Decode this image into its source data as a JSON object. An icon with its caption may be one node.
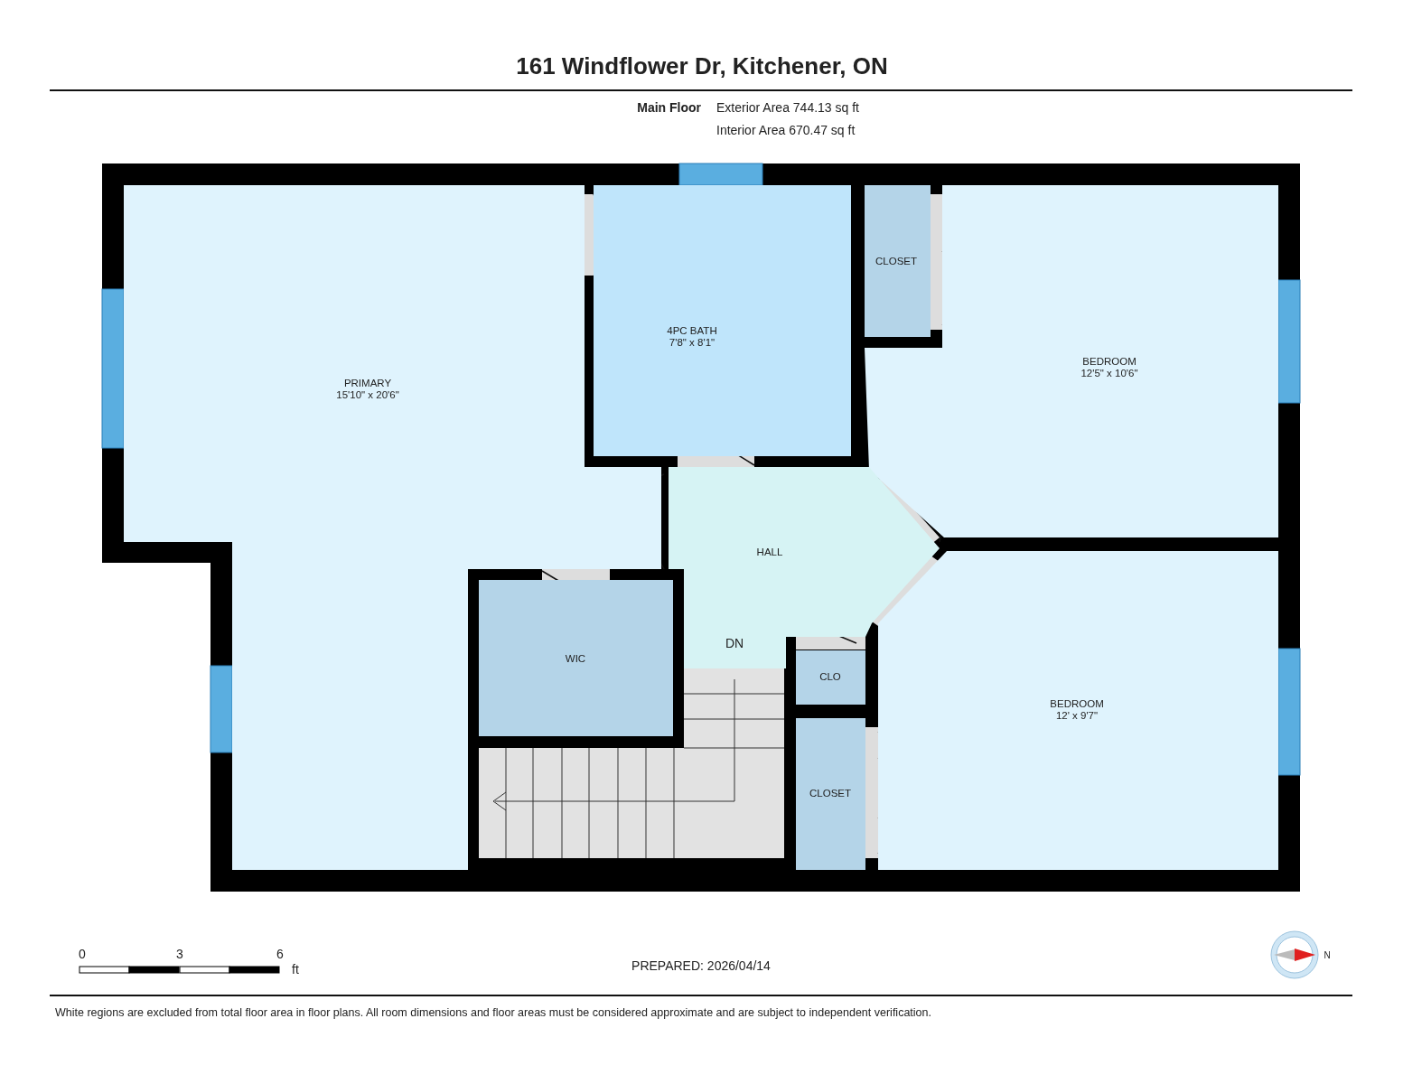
{
  "diagram": {
    "title": "161 Windflower Dr, Kitchener, ON",
    "nodes": [
      {
        "text": [
          "PRIMARY",
          "15'10\" x 20'6\""
        ]
      },
      {
        "text": [
          "4PC BATH",
          "7'8\" x 8'1\""
        ]
      },
      {
        "text": [
          "CLOSET"
        ]
      },
      {
        "text": [
          "BEDROOM",
          "12'5\" x 10'6\""
        ]
      },
      {
        "text": [
          "HALL"
        ]
      },
      {
        "text": [
          "WIC"
        ]
      },
      {
        "text": [
          "CLO"
        ]
      },
      {
        "text": [
          "CLOSET"
        ]
      },
      {
        "text": [
          "BEDROOM",
          "12' x 9'7\""
        ]
      }
    ],
    "labels": [
      "Main Floor",
      "Exterior Area 744.13 sq ft",
      "Interior Area 670.47 sq ft",
      "DN",
      "0",
      "3",
      "6",
      "ft",
      "PREPARED: 2026/04/14",
      "N",
      "White regions are excluded from total floor area in floor plans. All room dimensions and floor areas must be considered approximate and are subject to independent verification."
    ]
  }
}
